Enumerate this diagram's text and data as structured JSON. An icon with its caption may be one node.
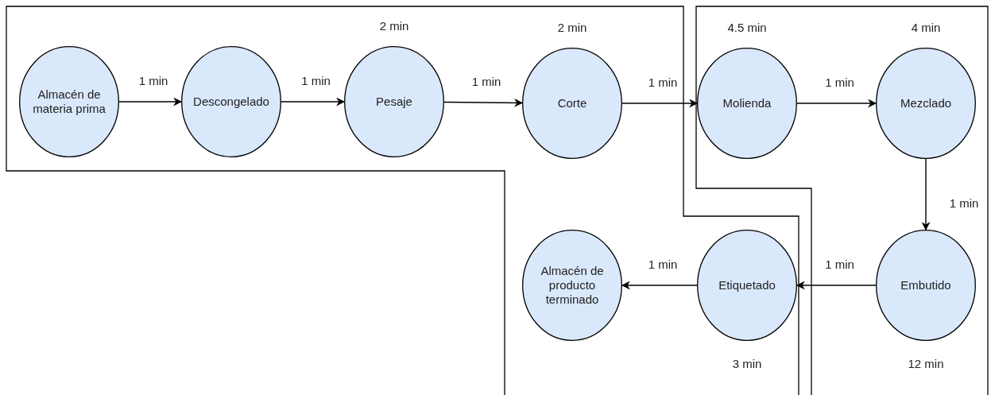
{
  "diagram": {
    "nodes": [
      {
        "text": [
          "Almacén de materia prima"
        ]
      },
      {
        "text": [
          "Descongelado"
        ]
      },
      {
        "text": [
          "Pesaje"
        ],
        "beside": [
          "2 min"
        ]
      },
      {
        "text": [
          "Corte"
        ],
        "beside": [
          "2 min"
        ]
      },
      {
        "text": [
          "Molienda"
        ],
        "beside": [
          "4.5 min"
        ]
      },
      {
        "text": [
          "Mezclado"
        ],
        "beside": [
          "4 min"
        ]
      },
      {
        "text": [
          "Embutido"
        ],
        "beside": [
          "12 min"
        ]
      },
      {
        "text": [
          "Etiquetado"
        ],
        "beside": [
          "3 min"
        ]
      },
      {
        "text": [
          "Almacén de producto terminado"
        ]
      }
    ],
    "edges": [
      {
        "from": 0,
        "to": 1,
        "arrow": "to",
        "label": "1 min"
      },
      {
        "from": 1,
        "to": 2,
        "arrow": "to",
        "label": "1 min"
      },
      {
        "from": 2,
        "to": 3,
        "arrow": "to",
        "label": "1 min"
      },
      {
        "from": 3,
        "to": 4,
        "arrow": "to",
        "label": "1 min"
      },
      {
        "from": 4,
        "to": 5,
        "arrow": "to",
        "label": "1 min"
      },
      {
        "from": 5,
        "to": 6,
        "arrow": "to",
        "label": "1 min"
      },
      {
        "from": 6,
        "to": 7,
        "arrow": "to",
        "label": "1 min"
      },
      {
        "from": 7,
        "to": 8,
        "arrow": "to",
        "label": "1 min"
      }
    ]
  }
}
